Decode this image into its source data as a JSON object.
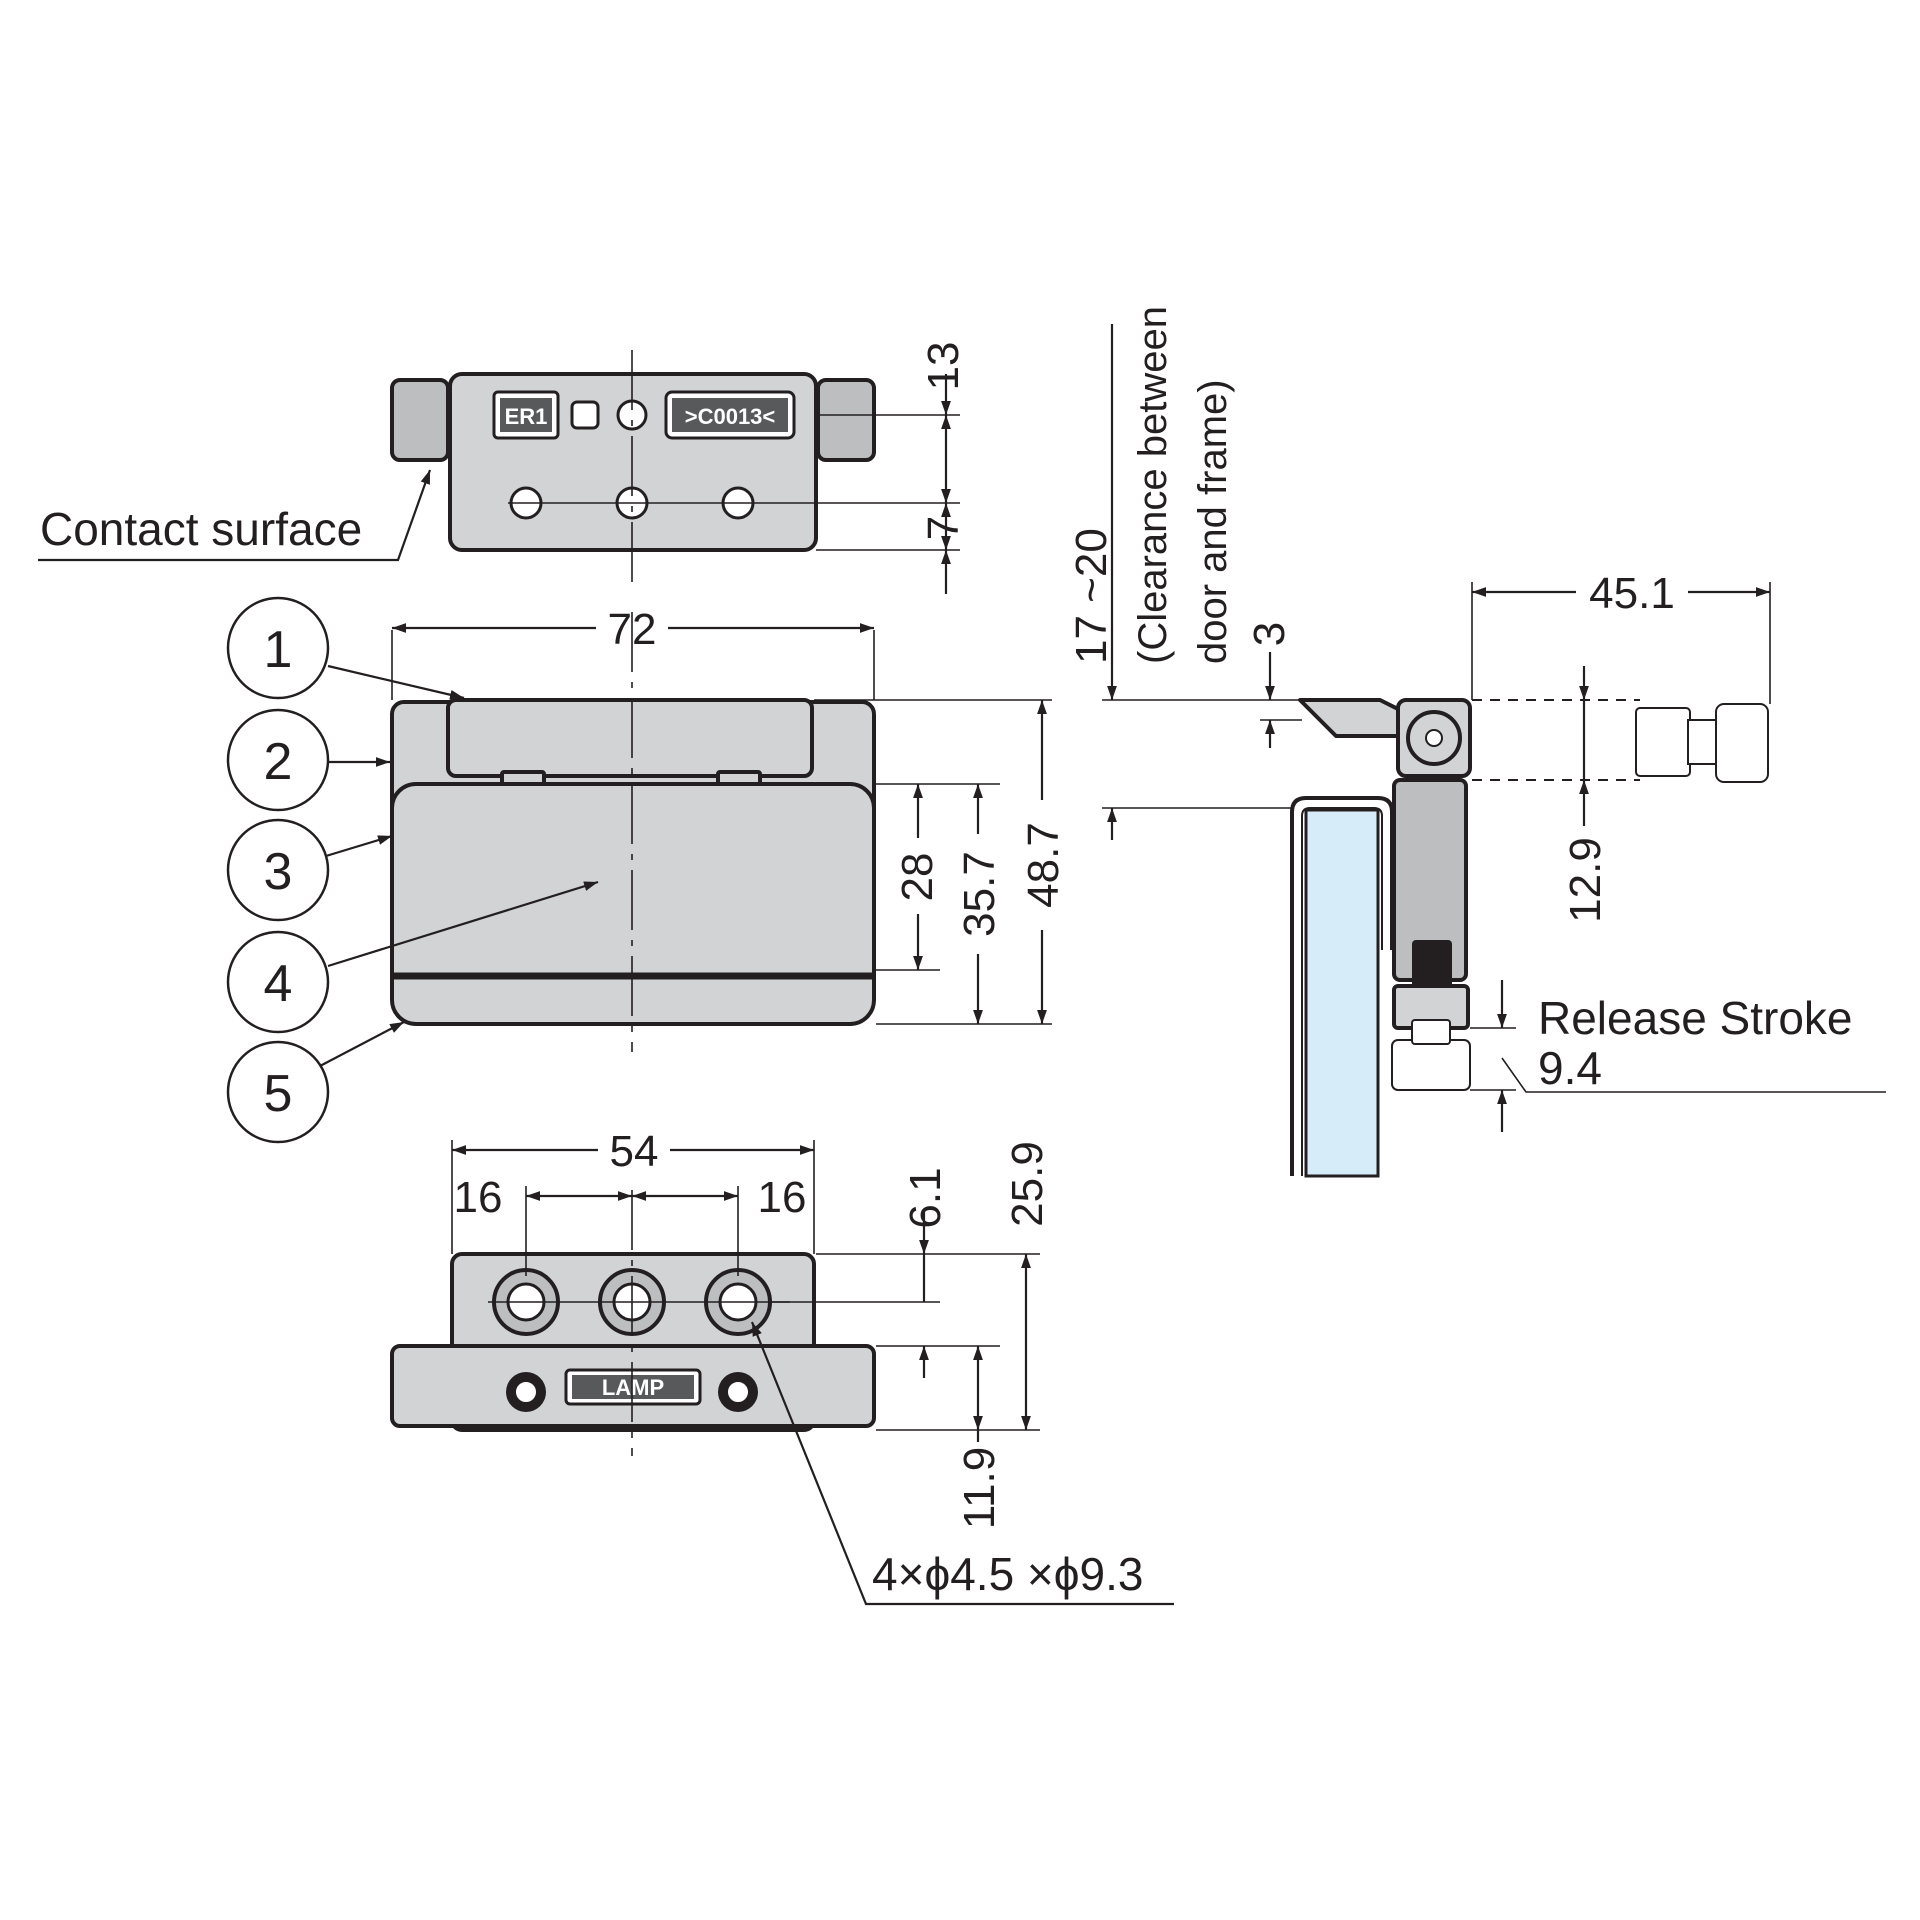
{
  "diagram": {
    "callouts": {
      "contact_surface": "Contact surface",
      "release_stroke": "Release Stroke",
      "release_stroke_value": "9.4",
      "clearance_range": "17 ~20",
      "clearance_note_line1": "(Clearance between",
      "clearance_note_line2": "door and frame)",
      "hole_spec": "4×ϕ4.5 ×ϕ9.3"
    },
    "balloons": [
      "1",
      "2",
      "3",
      "4",
      "5"
    ],
    "dimensions": {
      "top_13": "13",
      "top_7": "7",
      "front_72": "72",
      "front_28": "28",
      "front_35_7": "35.7",
      "front_48_7": "48.7",
      "bottom_54": "54",
      "bottom_16_left": "16",
      "bottom_16_right": "16",
      "bottom_6_1": "6.1",
      "bottom_25_9": "25.9",
      "bottom_11_9": "11.9",
      "side_45_1": "45.1",
      "side_3": "3",
      "side_12_9": "12.9"
    },
    "markings": {
      "top_left_tag": "ER1",
      "top_right_tag": ">C0013<",
      "bottom_logo": "LAMP"
    }
  }
}
